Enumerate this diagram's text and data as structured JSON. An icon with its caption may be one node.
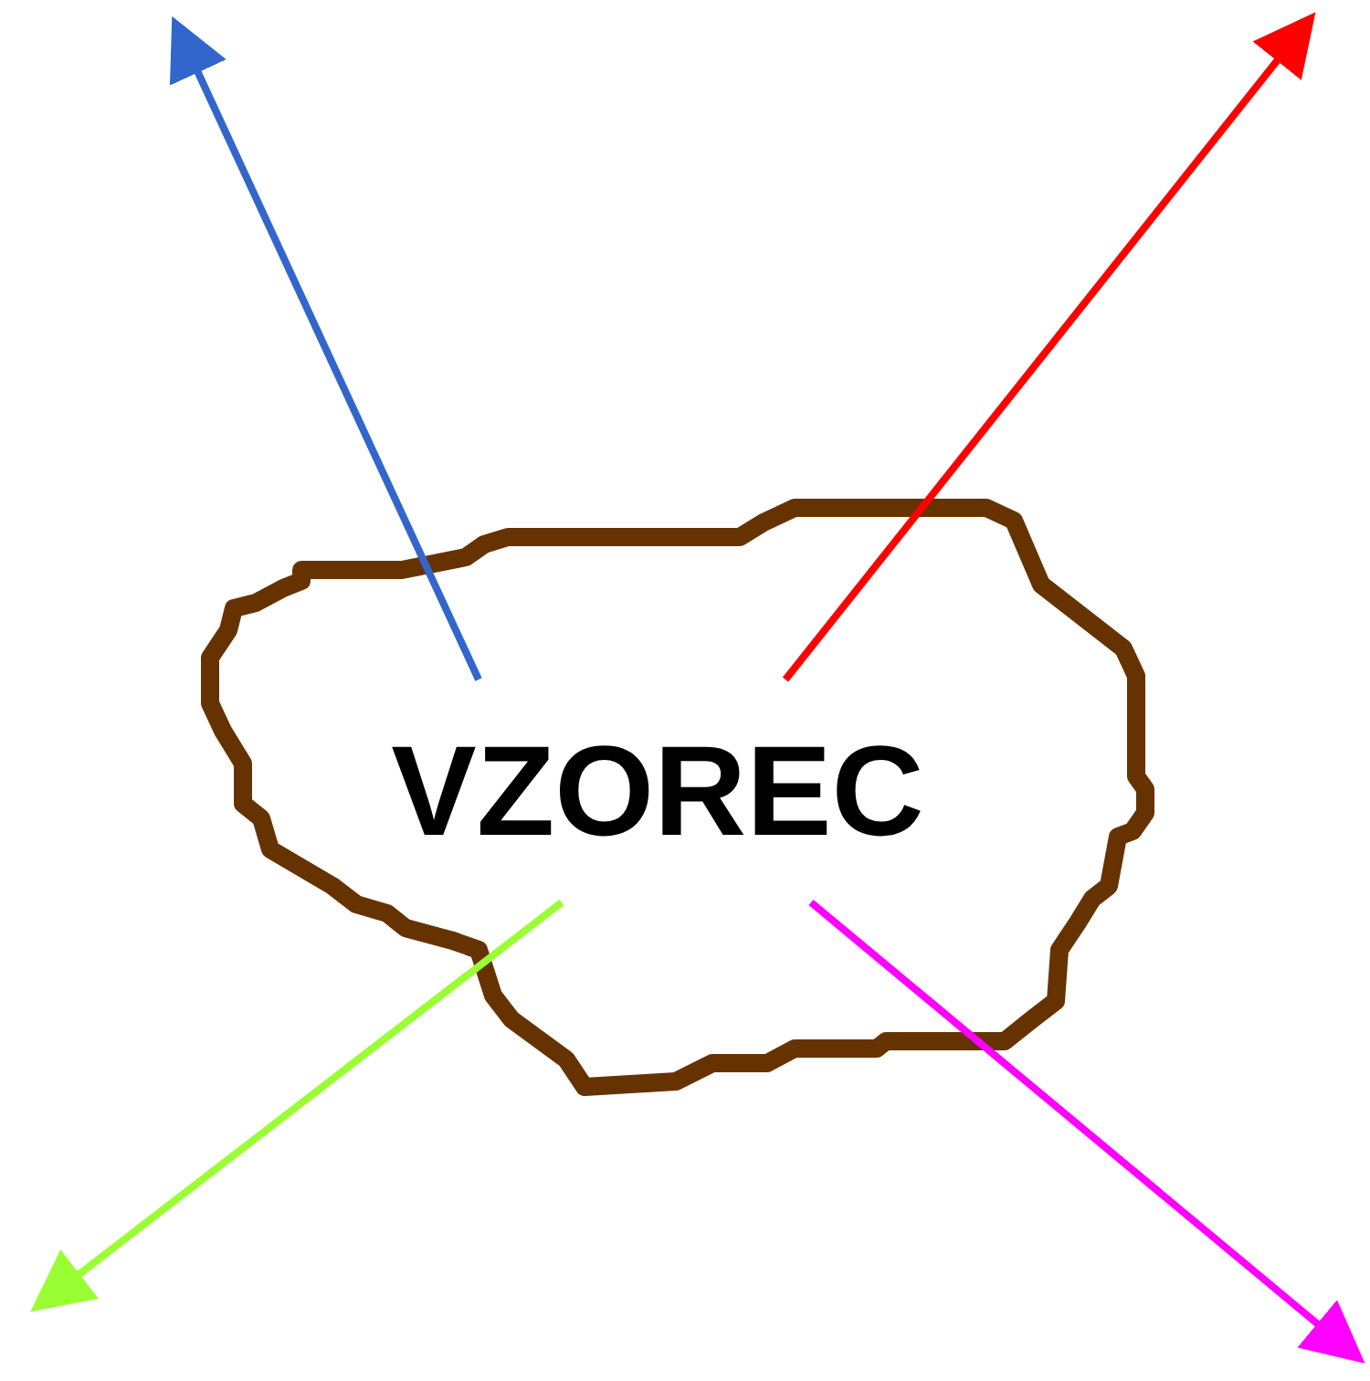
{
  "diagram": {
    "nodes": [
      {
        "text": [],
        "shape": "cloud"
      },
      {
        "text": [
          "VZOREC"
        ],
        "in": 0
      }
    ],
    "edges": [
      {
        "from": 1,
        "to": null,
        "arrow": "to",
        "color": "#3366cc"
      },
      {
        "from": 1,
        "to": null,
        "arrow": "to",
        "color": "#ff0000"
      },
      {
        "from": 1,
        "to": null,
        "arrow": "to",
        "color": "#99ff33"
      },
      {
        "from": 1,
        "to": null,
        "arrow": "to",
        "color": "#ff00ff"
      }
    ]
  }
}
